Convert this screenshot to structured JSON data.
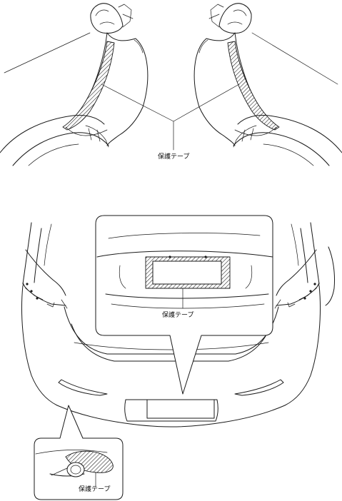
{
  "labels": {
    "top_fenders": "保護テープ",
    "license_plate_inset": "保護テープ",
    "exhaust_inset": "保護テープ"
  }
}
